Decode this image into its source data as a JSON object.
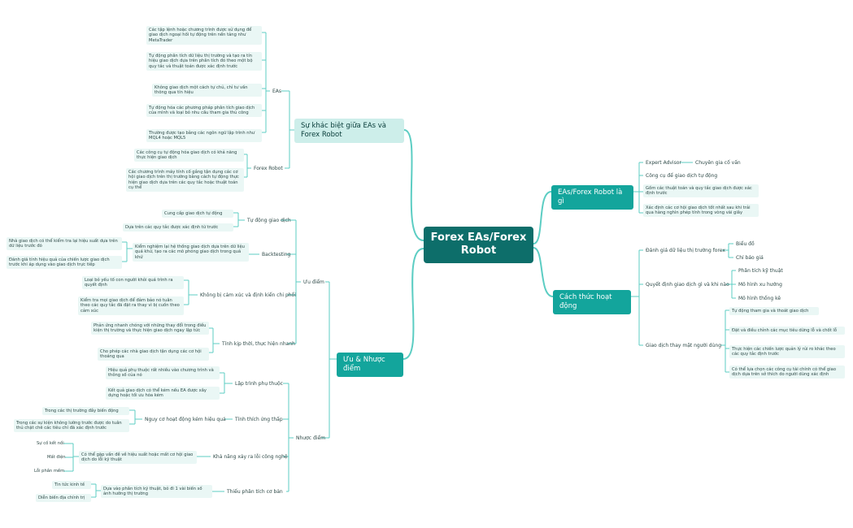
{
  "root": "Forex EAs/Forex Robot",
  "colors": {
    "root": "#0d6e6a",
    "main": "#13a59c",
    "main_light": "#cdeeea",
    "leaf": "#eaf7f5",
    "line": "#5ccdc3"
  },
  "right": {
    "def": {
      "title": "EAs/Forex Robot là gì",
      "expert": "Expert Advisor",
      "advisor": "Chuyên gia cố vấn",
      "tool": "Công cụ để giao dịch tự động",
      "algo": "Gồm các thuật toán và quy tắc giao dịch được xác định trước",
      "find": "Xác định các cơ hội giao dịch tốt nhất sau khi trải qua hàng nghìn phép tính trong vòng vài giây"
    },
    "how": {
      "title": "Cách thức hoạt động",
      "eval": "Đánh giá dữ liệu thị trường forex",
      "chart": "Biểu đồ",
      "indicator": "Chỉ báo giá",
      "decide": "Quyết định giao dịch gì và khi nào",
      "tech": "Phân tích kỹ thuật",
      "trend": "Mô hình xu hướng",
      "stat": "Mô hình thống kê",
      "trade": "Giao dịch thay mặt người dùng",
      "auto": "Tự động tham gia và thoát giao dịch",
      "sltp": "Đặt và điều chỉnh các mục tiêu dừng lỗ và chốt lỗ",
      "risk": "Thực hiện các chiến lược quản lý rủi ro khác theo các quy tắc định trước",
      "custom": "Có thể lựa chọn các công cụ tài chính có thể giao dịch dựa trên sở thích do người dùng xác định"
    }
  },
  "left": {
    "diff": {
      "title": "Sự khác biệt giữa EAs và Forex Robot",
      "eas": "EAs",
      "eas1": "Các tập lệnh hoặc chương trình được sử dụng để giao dịch ngoại hối tự động trên nền tảng như MetaTrader",
      "eas2": "Tự động phân tích dữ liệu thị trường và tạo ra tín hiệu giao dịch dựa trên phân tích đó theo một bộ quy tắc và thuật toán được xác định trước",
      "eas3": "Không giao dịch một cách tự chủ, chỉ tư vấn thông qua tín hiệu",
      "eas4": "Tự động hóa các phương pháp phân tích giao dịch của mình và loại bỏ nhu cầu tham gia thủ công",
      "eas5": "Thường được tạo bằng các ngôn ngữ lập trình như MQL4 hoặc MQL5",
      "robot": "Forex Robot",
      "robot1": "Các công cụ tự động hóa giao dịch có khả năng thực hiện giao dịch",
      "robot2": "Các chương trình máy tính cố gắng tận dụng các cơ hội giao dịch trên thị trường bằng cách tự động thực hiện giao dịch dựa trên các quy tắc hoặc thuật toán cụ thể"
    },
    "pc": {
      "title": "Ưu & Nhược điểm",
      "pros": "Ưu điểm",
      "auto_trade": "Tự động giao dịch",
      "at1": "Cung cấp giao dịch tự động",
      "at2": "Dựa trên các quy tắc được xác định từ trước",
      "backtest": "Backtesting",
      "bt1": "Kiểm nghiệm lại hệ thống giao dịch dựa trên dữ liệu quá khứ, tạo ra các mô phỏng giao dịch trong quá khứ",
      "bt2": "Nhà giao dịch có thể kiểm tra lại hiệu suất dựa trên dữ liệu trước đó",
      "bt3": "Đánh giá tính hiệu quả của chiến lược giao dịch trước khi áp dụng vào giao dịch trực tiếp",
      "emotion": "Không bị cảm xúc và định kiến chi phối",
      "em1": "Loại bỏ yếu tố con người khỏi quá trình ra quyết định",
      "em2": "Kiểm tra mọi giao dịch để đảm bảo nó tuân theo các quy tắc đã đặt ra thay vì bị cuốn theo cảm xúc",
      "timely": "Tính kịp thời, thực hiện nhanh",
      "tm1": "Phản ứng nhanh chóng với những thay đổi trong điều kiện thị trường và thực hiện giao dịch ngay lập tức",
      "tm2": "Cho phép các nhà giao dịch tận dụng các cơ hội thoáng qua",
      "cons": "Nhược điểm",
      "prog": "Lập trình phụ thuộc",
      "pg1": "Hiệu quả phụ thuộc rất nhiều vào chương trình và thông số của nó",
      "pg2": "Kết quả giao dịch có thể kém nếu EA được xây dựng hoặc tối ưu hóa kém",
      "adapt": "Tính thích ứng thấp",
      "ad0": "Nguy cơ hoạt động kém hiệu quả",
      "ad1": "Trong các thị trường đầy biến động",
      "ad2": "Trong các sự kiện không lường trước được do tuân thủ chặt chẽ các tiêu chí đã xác định trước",
      "tech": "Khả năng xảy ra lỗi công nghệ",
      "te0": "Có thể gặp vấn đề về hiệu suất hoặc mất cơ hội giao dịch do lỗi kỹ thuật",
      "te1": "Sự cố kết nối",
      "te2": "Mất điện",
      "te3": "Lỗi phần mềm",
      "fund": "Thiếu phân tích cơ bản",
      "fu0": "Dựa vào phân tích kỹ thuật, bỏ đi 1 vài biến số ảnh hưởng thị trường",
      "fu1": "Tin tức kinh tế",
      "fu2": "Diễn biến địa chính trị"
    }
  }
}
